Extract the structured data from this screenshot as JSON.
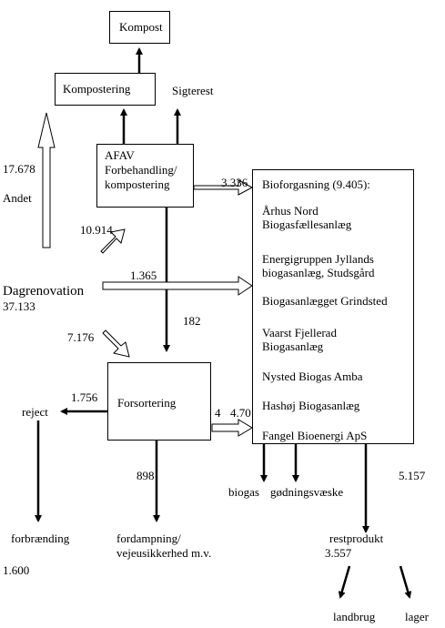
{
  "boxes": {
    "kompost": "Kompost",
    "kompostering": "Kompostering",
    "afav": [
      "AFAV",
      "Forbehandling/",
      "kompostering"
    ],
    "forsortering": "Forsortering",
    "bioforgasning": {
      "title": "Bioforgasning (9.405):",
      "plants": [
        [
          "Århus Nord",
          "Biogasfællesanlæg"
        ],
        [
          "Energigruppen Jyllands",
          "biogasanlæg, Studsgård"
        ],
        [
          "Biogasanlægget Grindsted"
        ],
        [
          "Vaarst Fjellerad",
          "Biogasanlæg"
        ],
        [
          "Nysted Biogas Amba"
        ],
        [
          "Hashøj Biogasanlæg"
        ],
        [
          "Fangel Bioenergi ApS"
        ]
      ]
    }
  },
  "labels": {
    "sigterest": "Sigterest",
    "andet": "Andet",
    "andet_value": "17.678",
    "dagrenovation": "Dagrenovation",
    "dagrenovation_value": "37.133",
    "reject": "reject",
    "forbraending": "forbrænding",
    "forbraending_value": "1.600",
    "fordampning": [
      "fordampning/",
      "vejeusikkerhed m.v."
    ],
    "biogas": "biogas",
    "godningsvaeske": "gødningsvæske",
    "restprodukt": "restprodukt",
    "restprodukt_value": "3.557",
    "landbrug": "landbrug",
    "lager": "lager",
    "v_3336": "3.336",
    "v_10914": "10.914",
    "v_1365": "1.365",
    "v_182": "182",
    "v_7176": "7.176",
    "v_1756": "1.756",
    "v_4": "4",
    "v_470": "4.70",
    "v_898": "898",
    "v_5157": "5.157"
  }
}
